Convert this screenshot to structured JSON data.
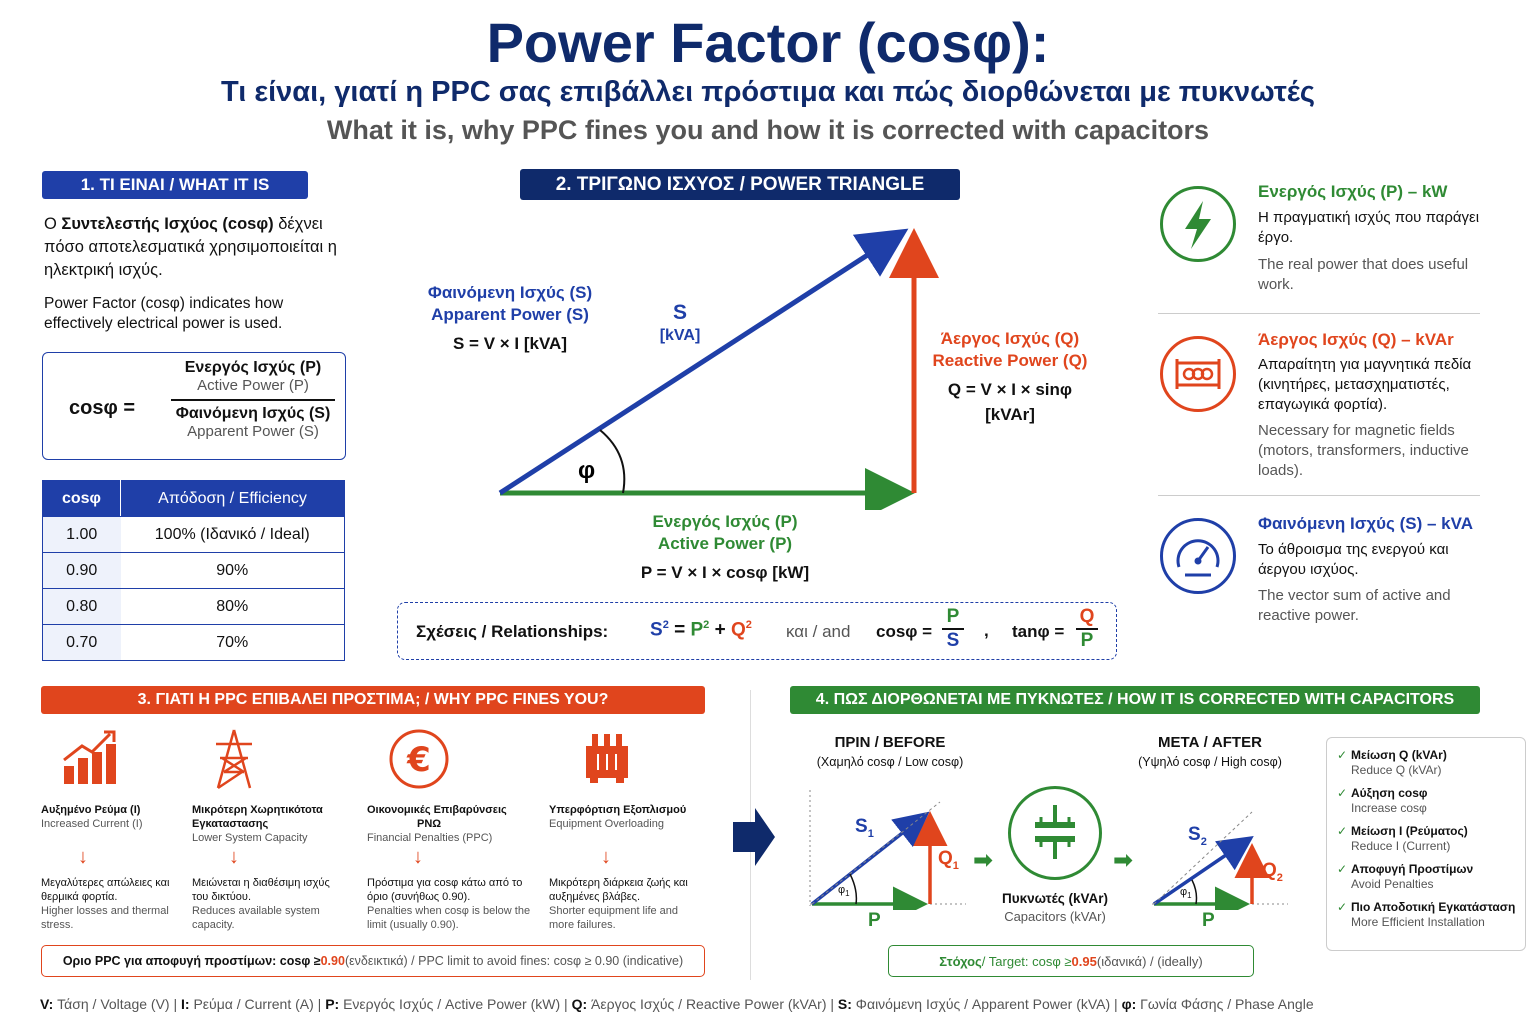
{
  "header": {
    "title": "Power Factor (cosφ):",
    "subtitle_gr": "Τι είναι, γιατί η PPC σας επιβάλλει πρόστιμα και πώς διορθώνεται με πυκνωτές",
    "subtitle_en": "What it is, why PPC fines you and how it is corrected with capacitors"
  },
  "s1": {
    "title": "1. ΤΙ ΕΙΝΑΙ / WHAT IT IS",
    "intro_a": "Ο ",
    "intro_b": "Συντελεστής Ισχύος (cosφ)",
    "intro_c": " δέχνει πόσο αποτελεσματικά χρησιμοποιείται η ηλεκτρική ισχύς.",
    "intro_en": "Power Factor (cosφ) indicates how effectively electrical power is used.",
    "formula": {
      "lhs": "cosφ =",
      "num_gr": "Ενεργός Ισχύς (P)",
      "num_en": "Active Power (P)",
      "den_gr": "Φαινόμενη Ισχύς (S)",
      "den_en": "Apparent Power (S)"
    },
    "table": {
      "headers": [
        "cosφ",
        "Απόδοση / Efficiency"
      ],
      "rows": [
        [
          "1.00",
          "100% (Ιδανικό / Ideal)"
        ],
        [
          "0.90",
          "90%"
        ],
        [
          "0.80",
          "80%"
        ],
        [
          "0.70",
          "70%"
        ]
      ]
    }
  },
  "s2": {
    "title": "2. ΤΡΙΓΩΝΟ ΙΣΧΥΟΣ / POWER TRIANGLE",
    "s_gr": "Φαινόμενη Ισχύς (S)",
    "s_en": "Apparent Power (S)",
    "s_formula": "S = V × I  [kVA]",
    "s_letter": "S",
    "s_unit": "[kVA]",
    "q_gr": "Άεργος Ισχύς (Q)",
    "q_en": "Reactive Power (Q)",
    "q_formula": "Q = V × I × sinφ",
    "q_unit": "[kVAr]",
    "p_gr": "Ενεργός Ισχύς (P)",
    "p_en": "Active Power (P)",
    "p_formula": "P = V × I × cosφ  [kW]",
    "phi": "φ",
    "rel": {
      "label": "Σχέσεις / Relationships:",
      "s2": "S",
      "p2": "P",
      "q2": "Q",
      "sup": "2",
      "eq": "=",
      "plus": "+",
      "and": "και / and",
      "cos": "cosφ =",
      "tan": "tanφ =",
      "P": "P",
      "S": "S",
      "Q": "Q",
      "comma": ","
    }
  },
  "right": [
    {
      "title": "Ενεργός Ισχύς (P) – kW",
      "gr": "Η πραγματική ισχύς που παράγει έργο.",
      "en": "The real power that does useful work.",
      "color": "#2f8a34",
      "icon": "lightning-icon"
    },
    {
      "title": "Άεργος Ισχύς (Q) – kVAr",
      "gr": "Απαραίτητη για μαγνητικά πεδία (κινητήρες, μετασχηματιστές, επαγωγικά φορτία).",
      "en": "Necessary for magnetic fields (motors, transformers, inductive loads).",
      "color": "#e0451d",
      "icon": "coil-icon"
    },
    {
      "title": "Φαινόμενη Ισχύς (S) – kVA",
      "gr": "Το άθροισμα της ενεργού και άεργου ισχύος.",
      "en": "The vector sum of active and reactive power.",
      "color": "#1f3fa8",
      "icon": "gauge-icon"
    }
  ],
  "s3": {
    "title": "3. ΓΙΑΤΙ Η PPC ΕΠΙΒΑΛΕΙ ΠΡΟΣΤΙΜΑ; / WHY PPC FINES YOU?",
    "cols": [
      {
        "t_gr": "Αυξημένο Ρεύμα (I)",
        "t_en": "Increased Current (I)",
        "r_gr": "Μεγαλύτερες απώλειες και θερμικά φορτία.",
        "r_en": "Higher losses and thermal stress.",
        "icon": "chart-up-icon"
      },
      {
        "t_gr": "Μικρότερη Χωρητικότοτα Εγκαταστασης",
        "t_en": "Lower System Capacity",
        "r_gr": "Μειώνεται η διαθέσιμη ισχύς του δικτύου.",
        "r_en": "Reduces available system capacity.",
        "icon": "pylon-icon"
      },
      {
        "t_gr": "Οικονομικές Επιβαρύνσεις",
        "t_gr2": "PΝΩ",
        "t_en": "Financial Penalties (PPC)",
        "r_gr": "Πρόστιμα για cosφ κάτω από το όριο (συνήθως 0.90).",
        "r_en": "Penalties when cosφ is below the limit (usually 0.90).",
        "icon": "euro-icon"
      },
      {
        "t_gr": "Υπερφόρτιση Εξοπλισμού",
        "t_en": "Equipment Overloading",
        "r_gr": "Μικρότερη διάρκεια ζωής και αυξημένες βλάβες.",
        "r_en": "Shorter equipment life and more failures.",
        "icon": "transformer-icon"
      }
    ],
    "limit_a": "Οριο PPC για αποφυγή προστίμων: cosφ ≥ ",
    "limit_v": "0.90",
    "limit_b": " (ενδεικτικά) / PPC limit to avoid fines: cosφ ≥ 0.90 (indicative)"
  },
  "s4": {
    "title": "4. ΠΩΣ ΔΙΟΡΘΩΝΕΤΑΙ ΜΕ ΠΥΚΝΩΤΕΣ / HOW IT IS CORRECTED WITH CAPACITORS",
    "before": "ΠΡΙΝ / BEFORE",
    "before_sub": "(Χαμηλό cosφ / Low cosφ)",
    "after": "ΜΕΤΑ / AFTER",
    "after_sub": "(Υψηλό cosφ / High cosφ)",
    "cap_gr": "Πυκνωτές (kVAr)",
    "cap_en": "Capacitors (kVAr)",
    "S1": "S",
    "Q1": "Q",
    "P": "P",
    "sub1": "1",
    "sub2": "2",
    "phi": "φ",
    "target_a": "Στόχος",
    "target_b": " / Target: cosφ ≥ ",
    "target_v": "0.95",
    "target_c": " (ιδανικά) / (ideally)",
    "checks": [
      {
        "gr": "Μείωση Q (kVAr)",
        "en": "Reduce Q (kVAr)"
      },
      {
        "gr": "Αύξηση cosφ",
        "en": "Increase cosφ"
      },
      {
        "gr": "Μείωση I (Ρεύματος)",
        "en": "Reduce I (Current)"
      },
      {
        "gr": "Αποφυγή Προστίμων",
        "en": "Avoid Penalties"
      },
      {
        "gr": "Πιο Αποδοτική Εγκατάσταση",
        "en": "More Efficient Installation"
      }
    ]
  },
  "legend": [
    {
      "k": "V:",
      "v": " Τάση / Voltage (V)"
    },
    {
      "k": "I:",
      "v": " Ρεύμα / Current (A)"
    },
    {
      "k": "P:",
      "v": " Ενεργός Ισχύς / Active Power (kW)"
    },
    {
      "k": "Q:",
      "v": " Άεργος Ισχύς / Reactive Power (kVAr)"
    },
    {
      "k": "S:",
      "v": " Φαινόμενη Ισχύς / Apparent Power (kVA)"
    },
    {
      "k": "φ:",
      "v": " Γωνία Φάσης / Phase Angle"
    }
  ],
  "colors": {
    "navy": "#0f2a6b",
    "blue": "#1f3fa8",
    "red": "#e0451d",
    "green": "#2f8a34"
  }
}
